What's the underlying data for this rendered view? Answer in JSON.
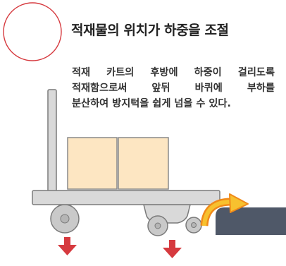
{
  "title": "적재물의 위치가 하중을 조절",
  "description_lines": [
    "적재 카트의 후방에 하중이 걸리도록",
    "적재함으로써 앞뒤 바퀴에 부하를",
    "분산하여 방지턱을 쉽게 넘을 수 있다."
  ],
  "icons": {
    "badge": "circle-outline-icon",
    "down_arrow": "down-arrow-icon",
    "curved_arrow": "curved-arrow-icon"
  },
  "colors": {
    "accent_red": "#d63a3f",
    "box_fill": "#fde6c2",
    "box_stroke": "#888888",
    "cart_fill": "#d9d9d9",
    "cart_stroke": "#7a7a7a",
    "wheel_fill": "#c9c9c9",
    "bump_fill": "#4f5868",
    "arrow_yellow": "#f7c12f",
    "arrow_orange": "#f08a1a"
  }
}
